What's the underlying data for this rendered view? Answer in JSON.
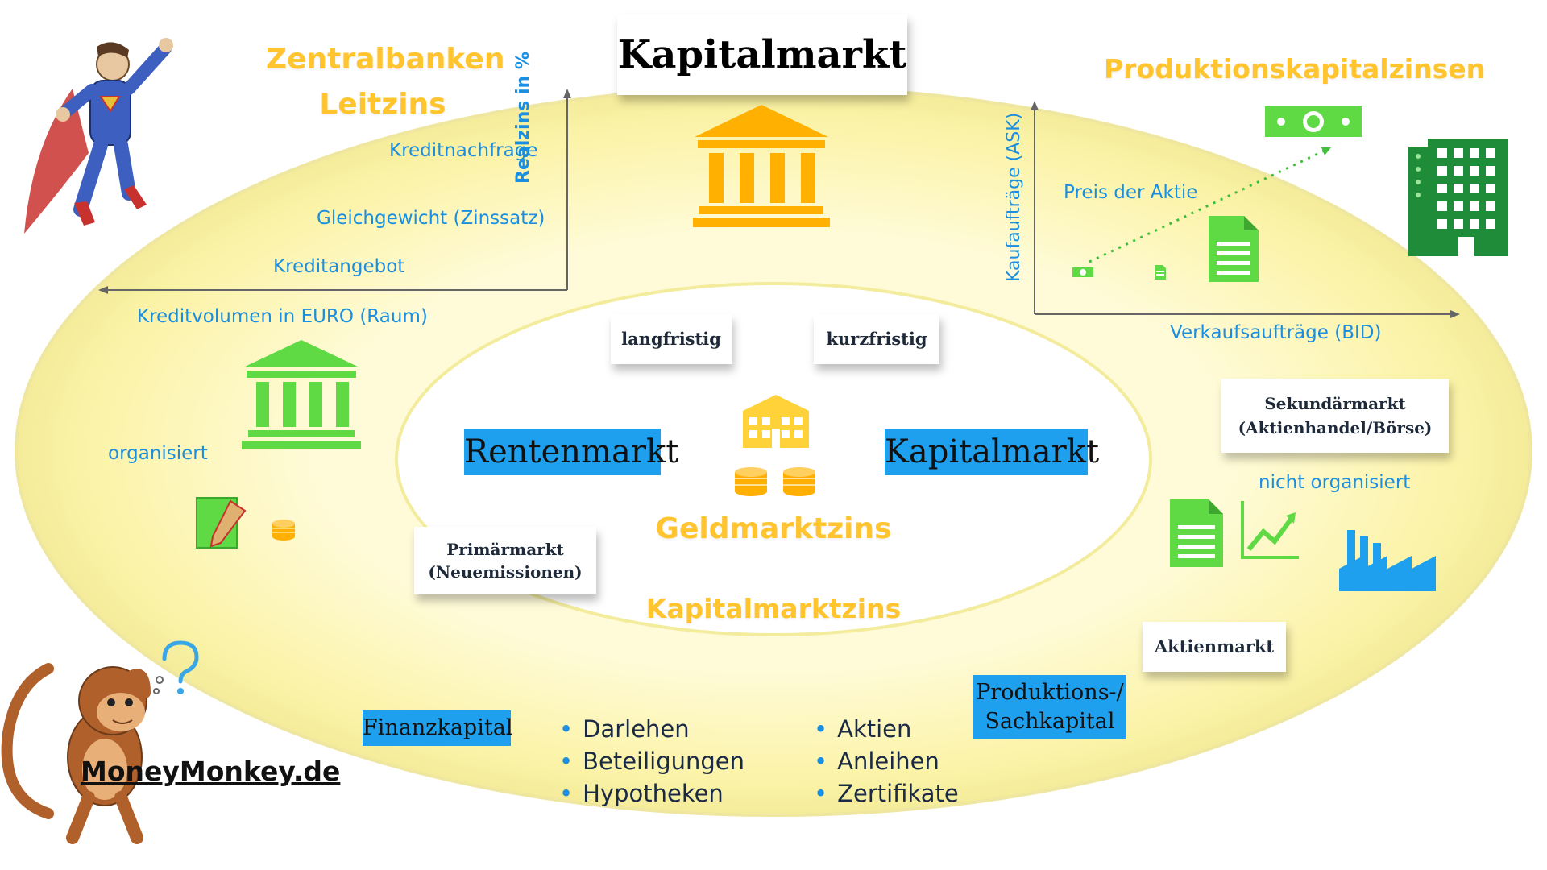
{
  "title": "Kapitalmarkt",
  "zentral": {
    "line1": "Zentralbanken",
    "line2": "Leitzins"
  },
  "produktion_title": "Produktionskapitalzinsen",
  "left_chart": {
    "ylabel": "Realzins in %",
    "demand": "Kreditnachfrage",
    "equilibrium": "Gleichgewicht (Zinssatz)",
    "supply": "Kreditangebot",
    "xlabel": "Kreditvolumen in EURO (Raum)"
  },
  "right_chart": {
    "ylabel": "Kaufaufträge (ASK)",
    "price": "Preis der Aktie",
    "xlabel": "Verkaufsaufträge (BID)"
  },
  "organisiert": "organisiert",
  "nicht_organisiert": "nicht organisiert",
  "cards": {
    "langfristig": "langfristig",
    "kurzfristig": "kurzfristig",
    "primaer_line1": "Primärmarkt",
    "primaer_line2": "(Neuemissionen)",
    "sekundaer_line1": "Sekundärmarkt",
    "sekundaer_line2": "(Aktienhandel/Börse)",
    "aktienmarkt": "Aktienmarkt"
  },
  "boxes": {
    "rentenmarkt": "Rentenmarkt",
    "kapitalmarkt": "Kapitalmarkt",
    "finanzkapital": "Finanzkapital",
    "produktion_line1": "Produktions-/",
    "produktion_line2": "Sachkapital"
  },
  "geldmarktzins": "Geldmarktzins",
  "kapitalmarktzins": "Kapitalmarktzins",
  "list_left": [
    "Darlehen",
    "Beteiligungen",
    "Hypotheken"
  ],
  "list_right": [
    "Aktien",
    "Anleihen",
    "Zertifikate"
  ],
  "brand": "MoneyMonkey.de",
  "colors": {
    "yellow": "#ffc42e",
    "blue": "#1ea0ee",
    "green": "#5fd944",
    "dark_green": "#1f8c3a",
    "orange": "#ffb000"
  }
}
